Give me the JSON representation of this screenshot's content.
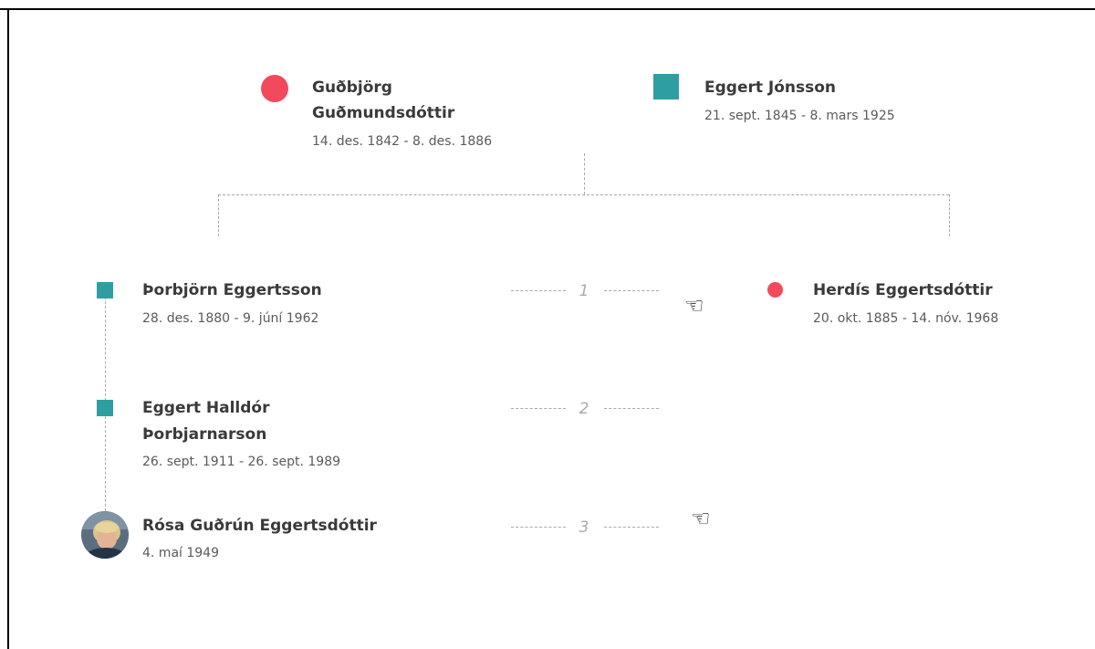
{
  "parents": {
    "mother": {
      "name_line1": "Guðbjörg",
      "name_line2": "Guðmundsdóttir",
      "dates": "14. des. 1842 - 8. des. 1886",
      "gender_icon": "female-circle-icon",
      "color": "#f24a5c"
    },
    "father": {
      "name": "Eggert Jónsson",
      "dates": "21. sept. 1845 - 8. mars 1925",
      "gender_icon": "male-square-icon",
      "color": "#2e9ea3"
    }
  },
  "left_line": [
    {
      "name": "Þorbjörn Eggertsson",
      "dates": "28. des. 1880 - 9. júní 1962",
      "gender_icon": "male-square-icon"
    },
    {
      "name_line1": "Eggert Halldór",
      "name_line2": "Þorbjarnarson",
      "dates": "26. sept. 1911 - 26. sept. 1989",
      "gender_icon": "male-square-icon"
    },
    {
      "name": "Rósa Guðrún Eggertsdóttir",
      "dates": "4. maí 1949",
      "gender_icon": "avatar-photo"
    }
  ],
  "right_line": [
    {
      "name": "Herdís Eggertsdóttir",
      "dates": "20. okt. 1885 - 14. nóv. 1968",
      "gender_icon": "female-circle-icon"
    }
  ],
  "generations": [
    "1",
    "2",
    "3"
  ],
  "colors": {
    "female": "#f24a5c",
    "male": "#2e9ea3",
    "connector": "#a8a8a8"
  }
}
